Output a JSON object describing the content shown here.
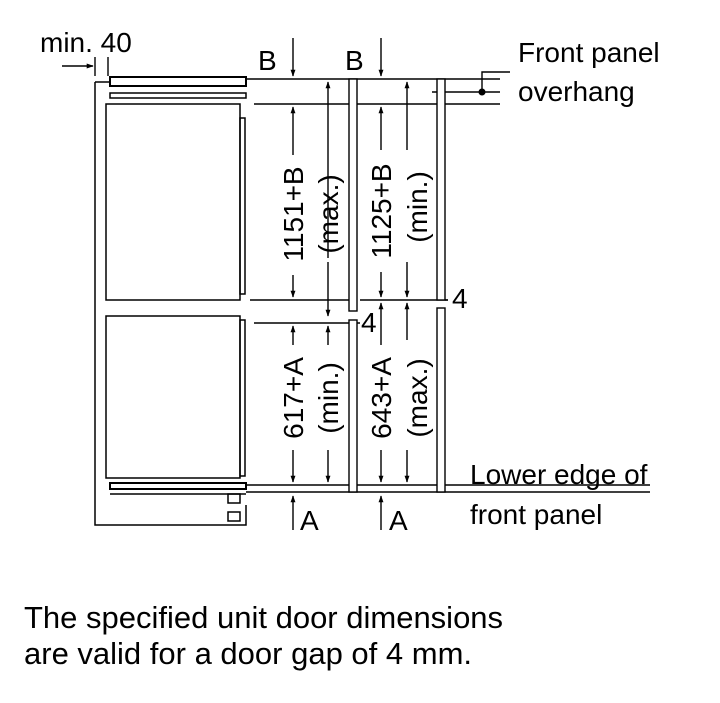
{
  "labels": {
    "min_40": "min. 40",
    "b_left": "B",
    "b_right": "B",
    "front_panel_overhang_line1": "Front panel",
    "front_panel_overhang_line2": "overhang",
    "dim_upper_left_value": "1151+B",
    "dim_upper_left_qualifier": "(max.)",
    "dim_upper_right_value": "1125+B",
    "dim_upper_right_qualifier": "(min.)",
    "gap_right": "4",
    "gap_left": "4",
    "dim_lower_left_value": "617+A",
    "dim_lower_left_qualifier": "(min.)",
    "dim_lower_right_value": "643+A",
    "dim_lower_right_qualifier": "(max.)",
    "lower_edge_line1": "Lower edge of",
    "lower_edge_line2": "front panel",
    "a_left": "A",
    "a_right": "A"
  },
  "caption": {
    "line1": "The specified unit door dimensions",
    "line2": "are valid for a door gap of 4 mm."
  }
}
